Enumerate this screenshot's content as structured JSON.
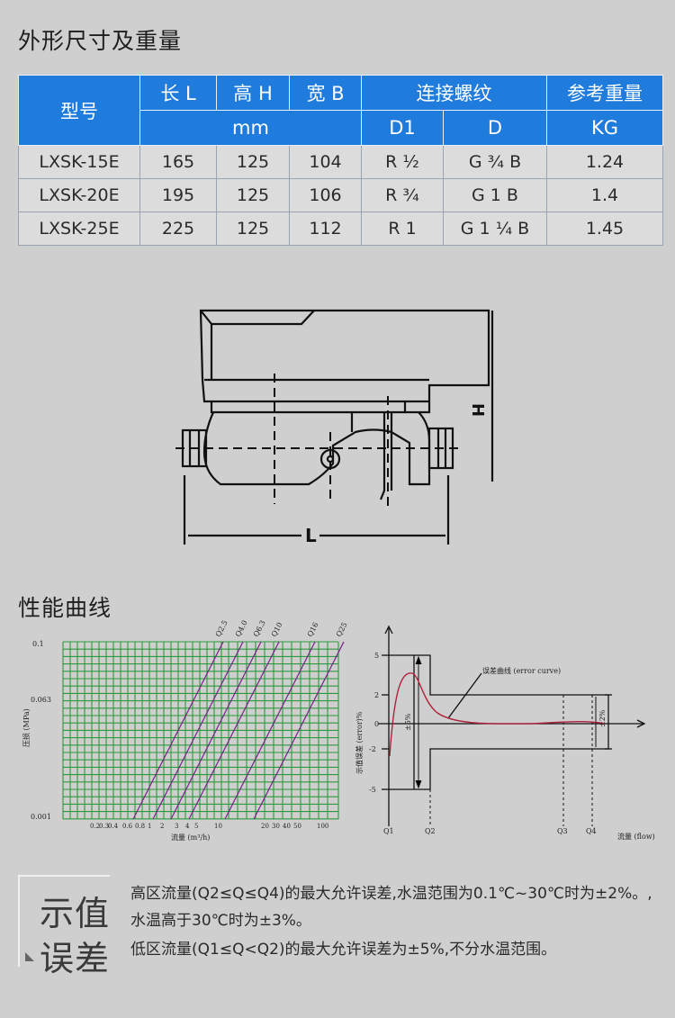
{
  "sections": {
    "dimensions_title": "外形尺寸及重量",
    "performance_title": "性能曲线"
  },
  "table": {
    "head1": {
      "model": "型号",
      "length": "长 L",
      "height": "高 H",
      "width": "宽 B",
      "thread": "连接螺纹",
      "weight": "参考重量"
    },
    "head2": {
      "mm": "mm",
      "d1": "D1",
      "d": "D",
      "kg": "KG"
    },
    "rows": [
      {
        "model": "LXSK-15E",
        "l": "165",
        "h": "125",
        "b": "104",
        "d1": "R ½",
        "d": "G ¾ B",
        "kg": "1.24"
      },
      {
        "model": "LXSK-20E",
        "l": "195",
        "h": "125",
        "b": "106",
        "d1": "R ¾",
        "d": "G 1 B",
        "kg": "1.4"
      },
      {
        "model": "LXSK-25E",
        "l": "225",
        "h": "125",
        "b": "112",
        "d1": "R 1",
        "d": "G 1 ¼ B",
        "kg": "1.45"
      }
    ]
  },
  "drawing": {
    "h_label": "H",
    "l_label": "L"
  },
  "pressure_chart": {
    "y_label": "压损 (MPa)",
    "y_ticks": [
      "0.1",
      "0.063",
      "0.001"
    ],
    "x_label": "流量 (m³/h)",
    "x_ticks": [
      "0.2",
      "0.3",
      "0.4",
      "0.6",
      "0.8",
      "1",
      "2",
      "3",
      "4",
      "5",
      "10",
      "20",
      "30",
      "40",
      "50",
      "100"
    ],
    "curves": [
      "Q2.5",
      "Q4.0",
      "Q6.3",
      "Q10",
      "Q16",
      "Q25"
    ]
  },
  "error_chart": {
    "y_label": "示值误差 (error)%",
    "y_ticks": [
      "5",
      "2",
      "0",
      "-2",
      "-5"
    ],
    "x_label": "流量 (flow)",
    "q_labels": [
      "Q1",
      "Q2",
      "Q3",
      "Q4"
    ],
    "curve_label": "误差曲线 (error curve)",
    "band_high": "±5%",
    "band_low": "±2%"
  },
  "note": {
    "title_1": "示值",
    "title_2": "误差",
    "line_1": "高区流量(Q2≤Q≤Q4)的最大允许误差,水温范围为0.1℃~30℃时为±2%。,水温高于30℃时为±3%。",
    "line_2": "低区流量(Q1≤Q<Q2)的最大允许误差为±5%,不分水温范围。"
  }
}
